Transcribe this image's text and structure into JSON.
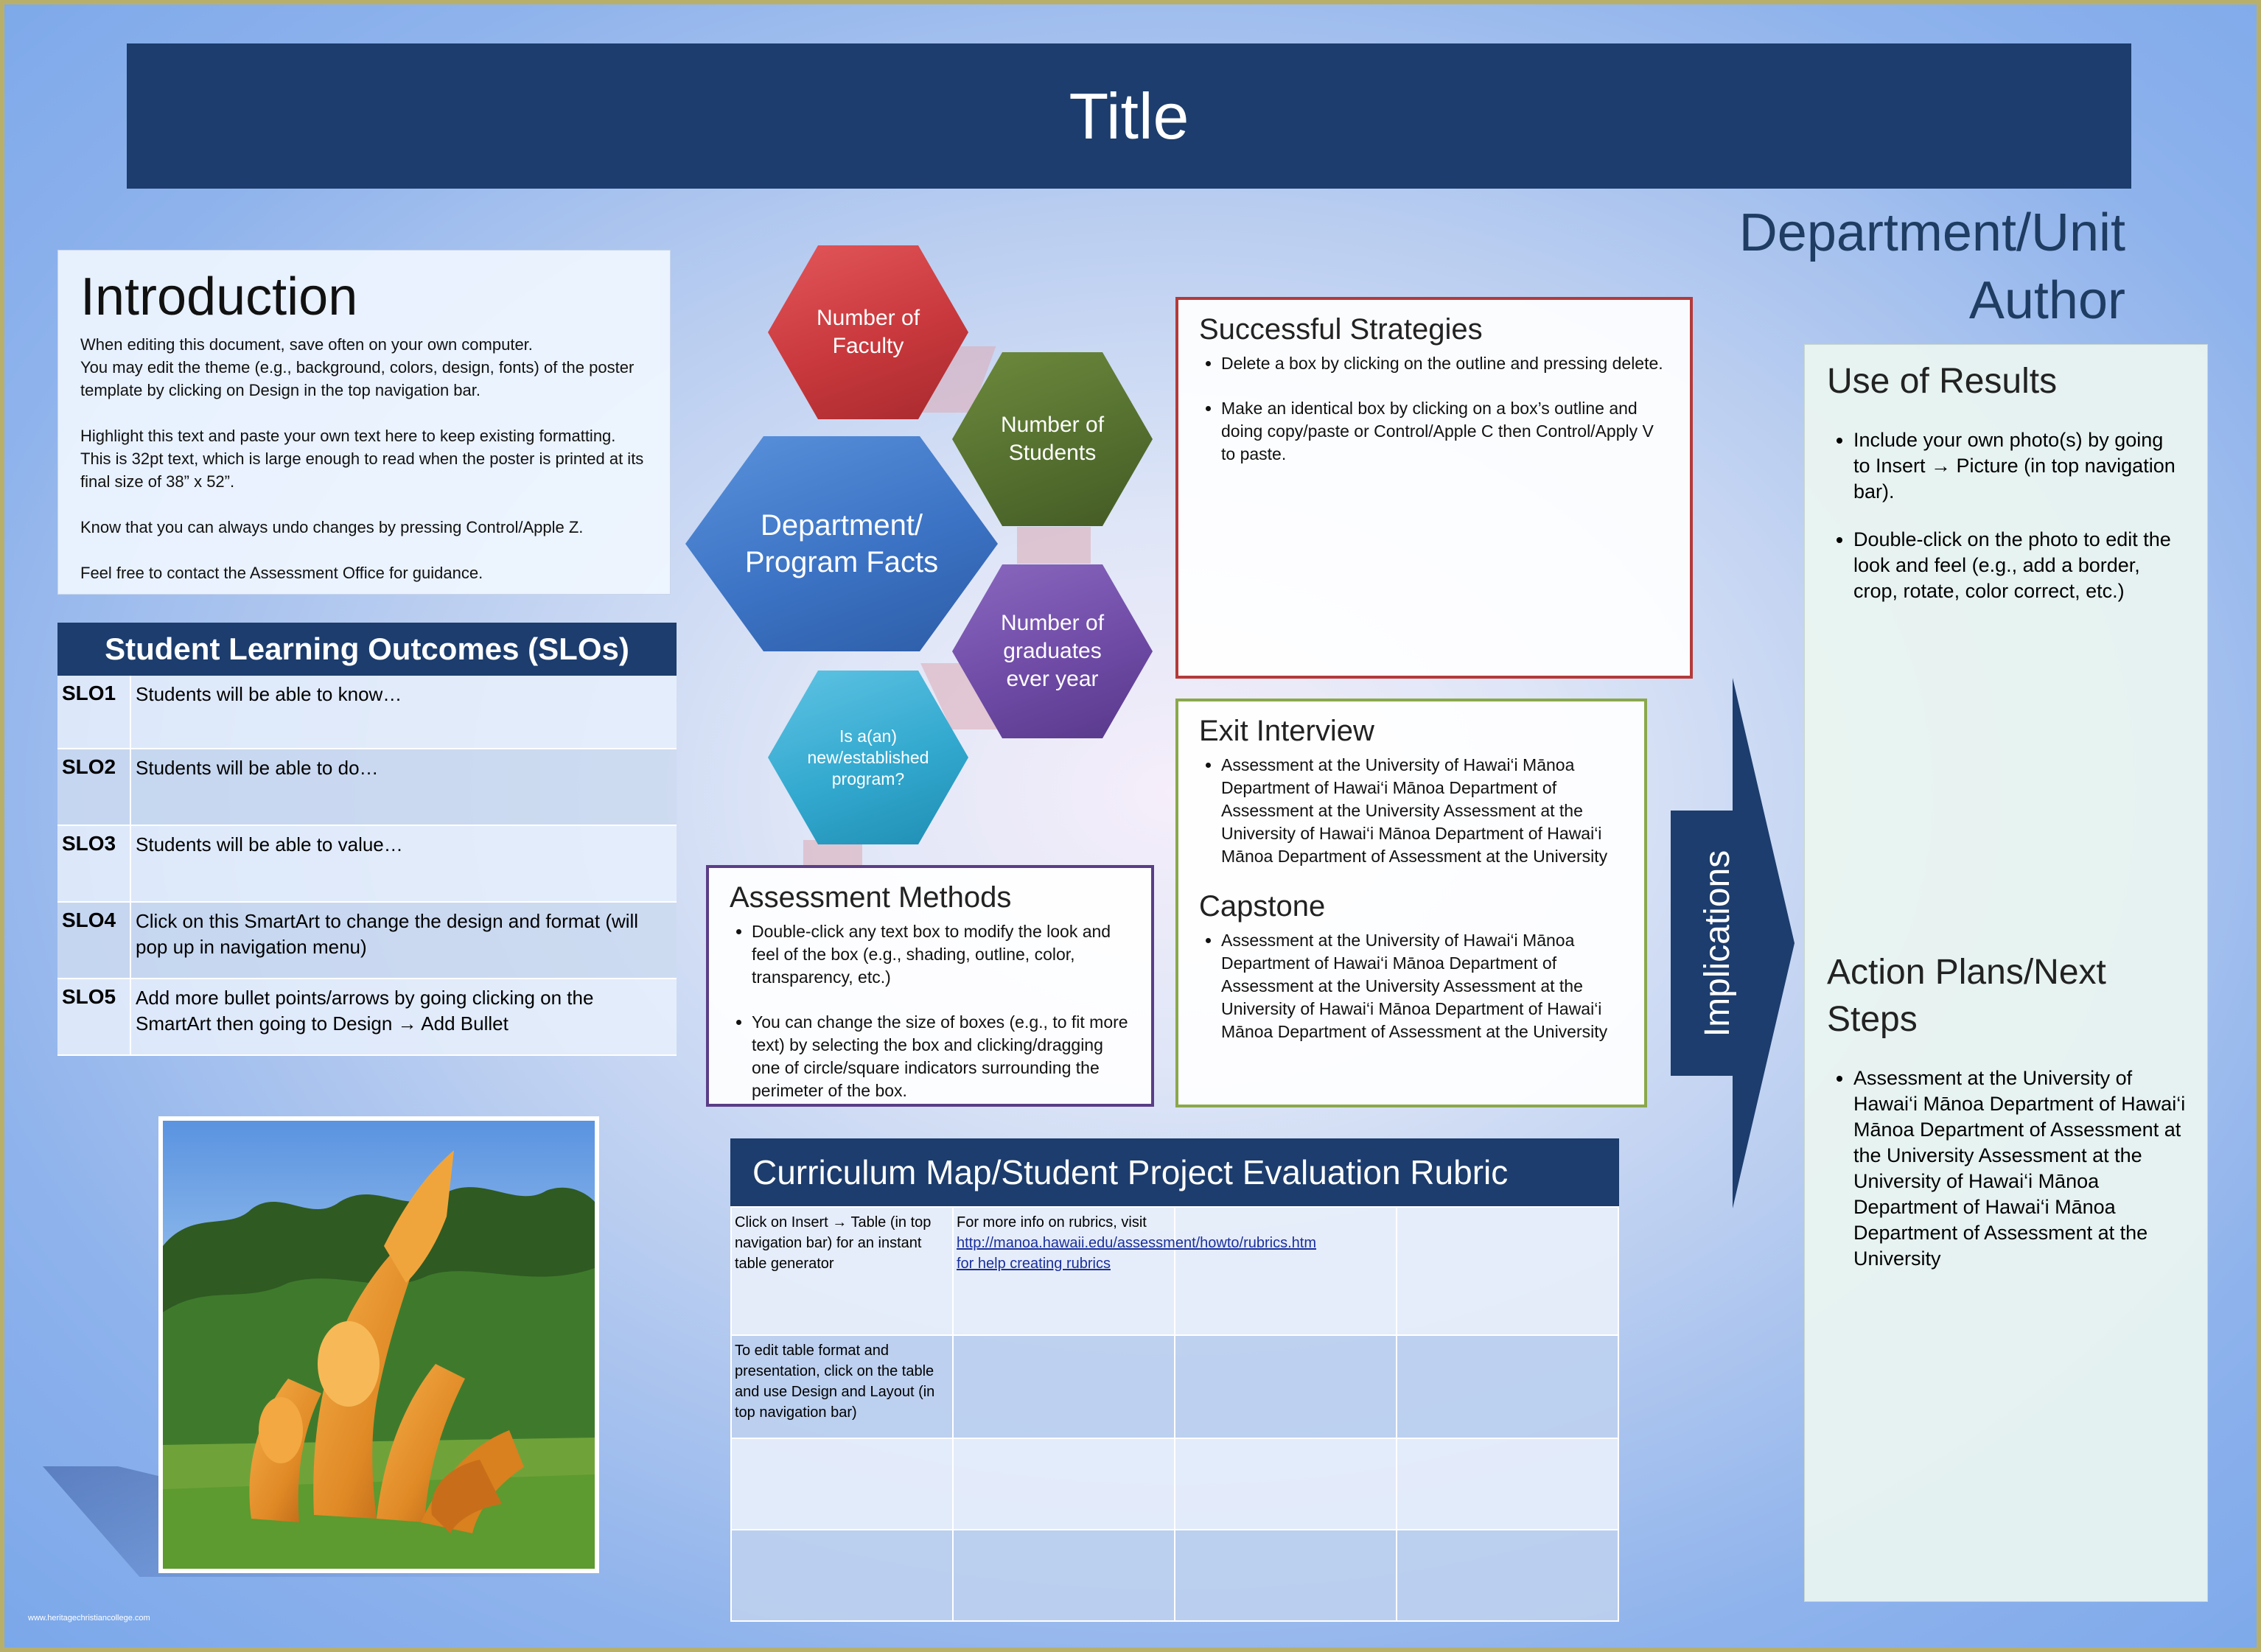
{
  "title": "Title",
  "department": {
    "line1": "Department/Unit",
    "line2": "Author"
  },
  "introduction": {
    "heading": "Introduction",
    "p1a": "When editing this document, save often on your own computer.",
    "p1b": "You may edit the theme (e.g., background, colors, design, fonts) of the poster template by clicking on Design in the top navigation bar.",
    "p2": "Highlight this text and paste your own text here to keep existing formatting. This is 32pt text, which is large enough to read when the poster is printed at its final size of 38” x 52”.",
    "p3": "Know that you can always undo changes by pressing Control/Apple Z.",
    "p4": "Feel free to contact the Assessment Office for guidance."
  },
  "slo": {
    "heading": "Student Learning Outcomes (SLOs)",
    "rows": [
      {
        "id": "SLO1",
        "text": "Students will be able to know…"
      },
      {
        "id": "SLO2",
        "text": "Students will be able to do…"
      },
      {
        "id": "SLO3",
        "text": "Students will be able to value…"
      },
      {
        "id": "SLO4",
        "text": "Click on this SmartArt to change the design and format (will pop up in navigation menu)"
      },
      {
        "id": "SLO5",
        "text": "Add more bullet points/arrows by going clicking on the SmartArt then going to Design → Add Bullet"
      }
    ]
  },
  "facts": {
    "faculty": [
      "Number of",
      "Faculty"
    ],
    "students": [
      "Number of",
      "Students"
    ],
    "center": [
      "Department/",
      "Program Facts"
    ],
    "graduates": [
      "Number of",
      "graduates",
      "ever year"
    ],
    "program": [
      "Is a(an)",
      "new/established",
      "program?"
    ]
  },
  "strategies": {
    "heading": "Successful Strategies",
    "items": [
      "Delete a box by clicking on the outline and pressing delete.",
      "Make an identical box by clicking on a box’s outline and doing copy/paste or Control/Apple C then Control/Apply V to paste."
    ]
  },
  "exit_interview": {
    "heading": "Exit Interview",
    "text": "Assessment at the University of Hawai‘i Mānoa Department of Hawai‘i Mānoa Department of Assessment at the University Assessment at the University of Hawai‘i Mānoa Department of Hawai‘i Mānoa Department of Assessment at the University"
  },
  "capstone": {
    "heading": "Capstone",
    "text": "Assessment at the University of Hawai‘i Mānoa Department of Hawai‘i Mānoa Department of Assessment at the University Assessment at the University of Hawai‘i Mānoa Department of Hawai‘i Mānoa Department of Assessment at the University"
  },
  "assessment_methods": {
    "heading": "Assessment Methods",
    "items": [
      "Double-click any text box to modify the look and feel of the box (e.g., shading, outline, color, transparency, etc.)",
      "You can change the size of boxes (e.g., to fit more text) by selecting the box and clicking/dragging  one of circle/square indicators surrounding the perimeter of the box."
    ]
  },
  "rubric": {
    "heading": "Curriculum Map/Student Project Evaluation Rubric",
    "cell_insert": "Click on Insert → Table (in top navigation bar) for an instant table generator",
    "cell_info_prefix": "For more info on rubrics, visit ",
    "cell_info_link": "http://manoa.hawaii.edu/assessment/howto/rubrics.htm for help creating rubrics",
    "cell_edit": "To edit table format and presentation, click on the table and use Design and Layout (in top navigation bar)"
  },
  "implications": "Implications",
  "use_of_results": {
    "heading": "Use of Results",
    "items": [
      "Include your own photo(s) by going to Insert → Picture (in top navigation bar).",
      "Double-click on the photo to edit the look and feel (e.g., add a border, crop,  rotate, color correct, etc.)"
    ]
  },
  "action_plans": {
    "heading": "Action Plans/Next Steps",
    "text": "Assessment at the University of Hawai‘i Mānoa Department of Hawai‘i Mānoa Department of Assessment at the University Assessment at the University of Hawai‘i Mānoa Department of Hawai‘i Mānoa Department of Assessment at the University"
  },
  "watermark": "www.heritagechristiancollege.com",
  "colors": {
    "navy": "#1c3d6d",
    "faculty_hex": "#c8383c",
    "students_hex": "#55702f",
    "center_hex": "#3c73c4",
    "graduates_hex": "#6f4ba6",
    "program_hex": "#33a9cf",
    "strategies_border": "#b43a3a",
    "exit_border": "#8aa84b",
    "methods_border": "#5a3e86"
  }
}
